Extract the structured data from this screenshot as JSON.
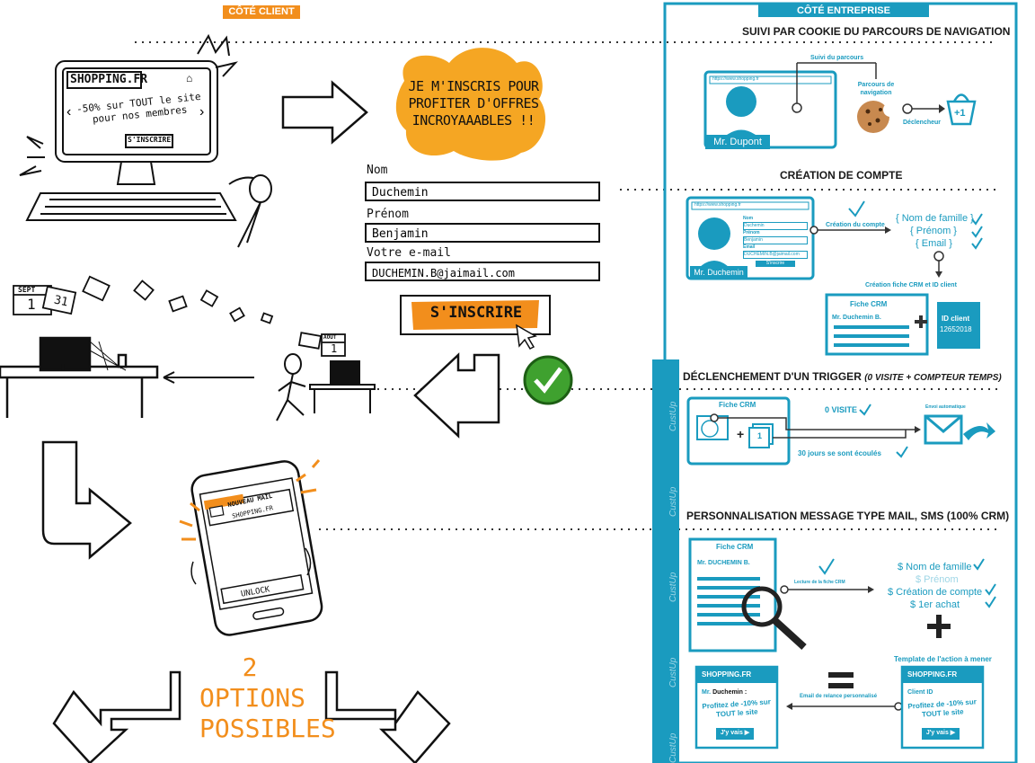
{
  "client": {
    "header": "CÔTÉ CLIENT",
    "monitor_site": "SHOPPING.FR",
    "monitor_promo": "-50% sur TOUT le site pour nos membres",
    "monitor_button": "S'INSCRIRE",
    "speech": "JE M'INSCRIS POUR PROFITER D'OFFRES INCROYAAABLES !!",
    "form": {
      "nom_label": "Nom",
      "nom_value": "Duchemin",
      "prenom_label": "Prénom",
      "prenom_value": "Benjamin",
      "email_label": "Votre e-mail",
      "email_value": "DUCHEMIN.B@jaimail.com",
      "submit": "S'INSCRIRE"
    },
    "calendar_start": {
      "month": "SEPT",
      "day": "1"
    },
    "calendar_next": "31",
    "calendar_end": {
      "month": "AOUT",
      "day": "1"
    },
    "phone": {
      "notif": "NOUVEAU MAIL",
      "sender": "SHOPPING.FR",
      "unlock": "UNLOCK"
    },
    "options": "2 OPTIONS POSSIBLES"
  },
  "enterprise": {
    "header": "CÔTÉ ENTREPRISE",
    "side_label": "CustUp",
    "s1": {
      "title": "SUIVI PAR COOKIE DU PARCOURS DE NAVIGATION",
      "url": "https://www.shopping.fr",
      "user": "Mr. Dupont",
      "track": "Suivi du parcours",
      "path": "Parcours de navigation",
      "trigger": "Déclencheur",
      "plus": "+1"
    },
    "s2": {
      "title": "CRÉATION DE COMPTE",
      "url": "https://www.shopping.fr",
      "user": "Mr. Duchemin",
      "form_nom": "Nom",
      "form_nom_v": "Duchemin",
      "form_prenom": "Prénom",
      "form_prenom_v": "Benjamin",
      "form_email": "Email",
      "form_email_v": "DUCHEMIN.B@jaimail.com",
      "form_btn": "S'inscrire",
      "created": "Création du compte",
      "f1": "{ Nom de famille }",
      "f2": "{ Prénom }",
      "f3": "{ Email }",
      "crm_created": "Création fiche CRM et ID client",
      "crm_title": "Fiche CRM",
      "crm_name": "Mr. Duchemin B.",
      "id_label": "ID client",
      "id_value": "12652018"
    },
    "s3": {
      "title": "DÉCLENCHEMENT D'UN TRIGGER",
      "title_note": "(0 VISITE + COMPTEUR TEMPS)",
      "crm_title": "Fiche CRM",
      "visits": "0 VISITE",
      "days": "30 jours se sont écoulés",
      "auto": "Envoi automatique",
      "counter": "1"
    },
    "s4": {
      "title": "PERSONNALISATION MESSAGE TYPE MAIL, SMS (100% CRM)",
      "crm_title": "Fiche CRM",
      "crm_name": "Mr. DUCHEMIN B.",
      "read": "Lecture de la fiche CRM",
      "v1": "$ Nom de famille",
      "v2": "$ Prénom",
      "v3": "$ Création de compte",
      "v4": "$ 1er achat",
      "template": "Template de l'action à mener",
      "relance": "Email de relance personnalisé",
      "mail_brand": "SHOPPING.FR",
      "mail_left_name_prefix": "Mr. ",
      "mail_left_name": "Duchemin :",
      "mail_right_name": "Client ID",
      "mail_offer": "Profitez de -10% sur TOUT le site",
      "mail_btn": "J'y vais ▶"
    }
  },
  "colors": {
    "orange": "#f28e1c",
    "blue": "#1a9bbf",
    "green": "#3fa12f"
  }
}
